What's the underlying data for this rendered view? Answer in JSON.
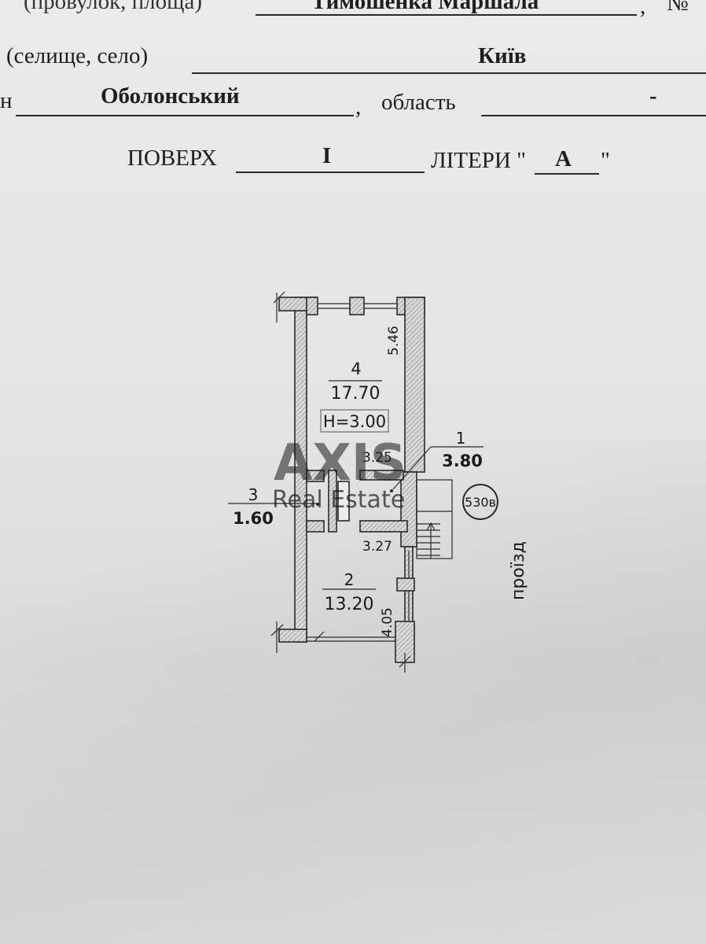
{
  "header": {
    "street_label": "(провулок, площа)",
    "street_value": "Тимошенка Маршала",
    "number_label": "№",
    "settlement_label": "(селище, село)",
    "settlement_value": "Київ",
    "district_value": "Оболонський",
    "region_label": "область",
    "region_value": "-",
    "floor_label": "ПОВЕРХ",
    "floor_value": "I",
    "letter_label": "ЛІТЕРИ",
    "letter_value": "А"
  },
  "plan": {
    "rooms": [
      {
        "number": "4",
        "area": "17.70"
      },
      {
        "number": "1",
        "area": "3.80"
      },
      {
        "number": "3",
        "area": "1.60"
      },
      {
        "number": "2",
        "area": "13.20"
      }
    ],
    "height_label": "H=3.00",
    "dims": {
      "d546": "5.46",
      "d325": "3.25",
      "d327": "3.27",
      "d405": "4.05"
    },
    "building_number": "530в",
    "street_side_label": "проїзд"
  },
  "watermark": {
    "brand": "AXIS",
    "sub": "Real Estate"
  }
}
